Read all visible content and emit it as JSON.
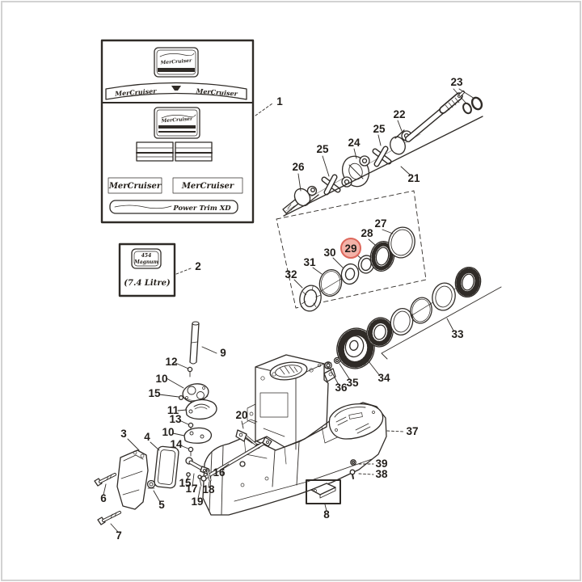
{
  "title": "Sterndrive exploded parts diagram",
  "colors": {
    "ink": "#2f2b27",
    "paper": "#ffffff",
    "frame": "#d2d2d2",
    "highlight_fill": "#f2a79c",
    "highlight_stroke": "#dd675b",
    "highlight_text": "#6e150e"
  },
  "highlighted_callout": "29",
  "decal_box": {
    "label_top_sticker": "MerCruiser",
    "label_curve_left": "MerCruiser",
    "label_curve_right": "MerCruiser",
    "label_small_sticker": "MerCruiser",
    "label_decal_left": "MerCruiser",
    "label_decal_right": "MerCruiser",
    "label_power_trim": "Power Trim XD"
  },
  "engine_box": {
    "line1": "454",
    "line2": "Magnum",
    "litre": "(7.4 Litre)"
  },
  "callouts": {
    "c1": "1",
    "c2": "2",
    "c3": "3",
    "c4": "4",
    "c5": "5",
    "c6": "6",
    "c7": "7",
    "c8": "8",
    "c9": "9",
    "c10a": "10",
    "c10b": "10",
    "c11": "11",
    "c12": "12",
    "c13": "13",
    "c14": "14",
    "c15a": "15",
    "c15b": "15",
    "c16": "16",
    "c17": "17",
    "c18": "18",
    "c19": "19",
    "c20": "20",
    "c21": "21",
    "c22": "22",
    "c23": "23",
    "c24": "24",
    "c25a": "25",
    "c25b": "25",
    "c26": "26",
    "c27": "27",
    "c28": "28",
    "c29": "29",
    "c30": "30",
    "c31": "31",
    "c32": "32",
    "c33": "33",
    "c34": "34",
    "c35": "35",
    "c36": "36",
    "c37": "37",
    "c38": "38",
    "c39": "39"
  }
}
